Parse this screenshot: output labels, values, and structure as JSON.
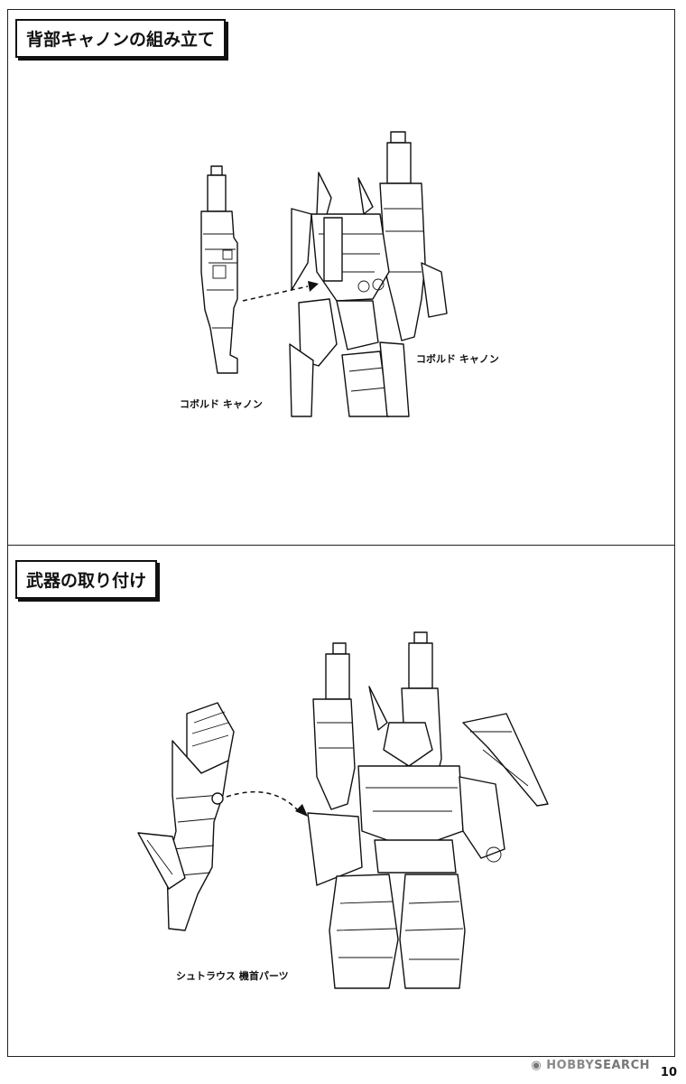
{
  "sections": [
    {
      "title": "背部キャノンの組み立て",
      "labels": {
        "part_left": "コボルド キャノン",
        "part_right": "コボルド キャノン"
      }
    },
    {
      "title": "武器の取り付け",
      "labels": {
        "part_left": "シュトラウス 機首パーツ"
      }
    }
  ],
  "watermark": {
    "brand": "HOBBY",
    "suffix": "SEARCH"
  },
  "page_number": "10"
}
